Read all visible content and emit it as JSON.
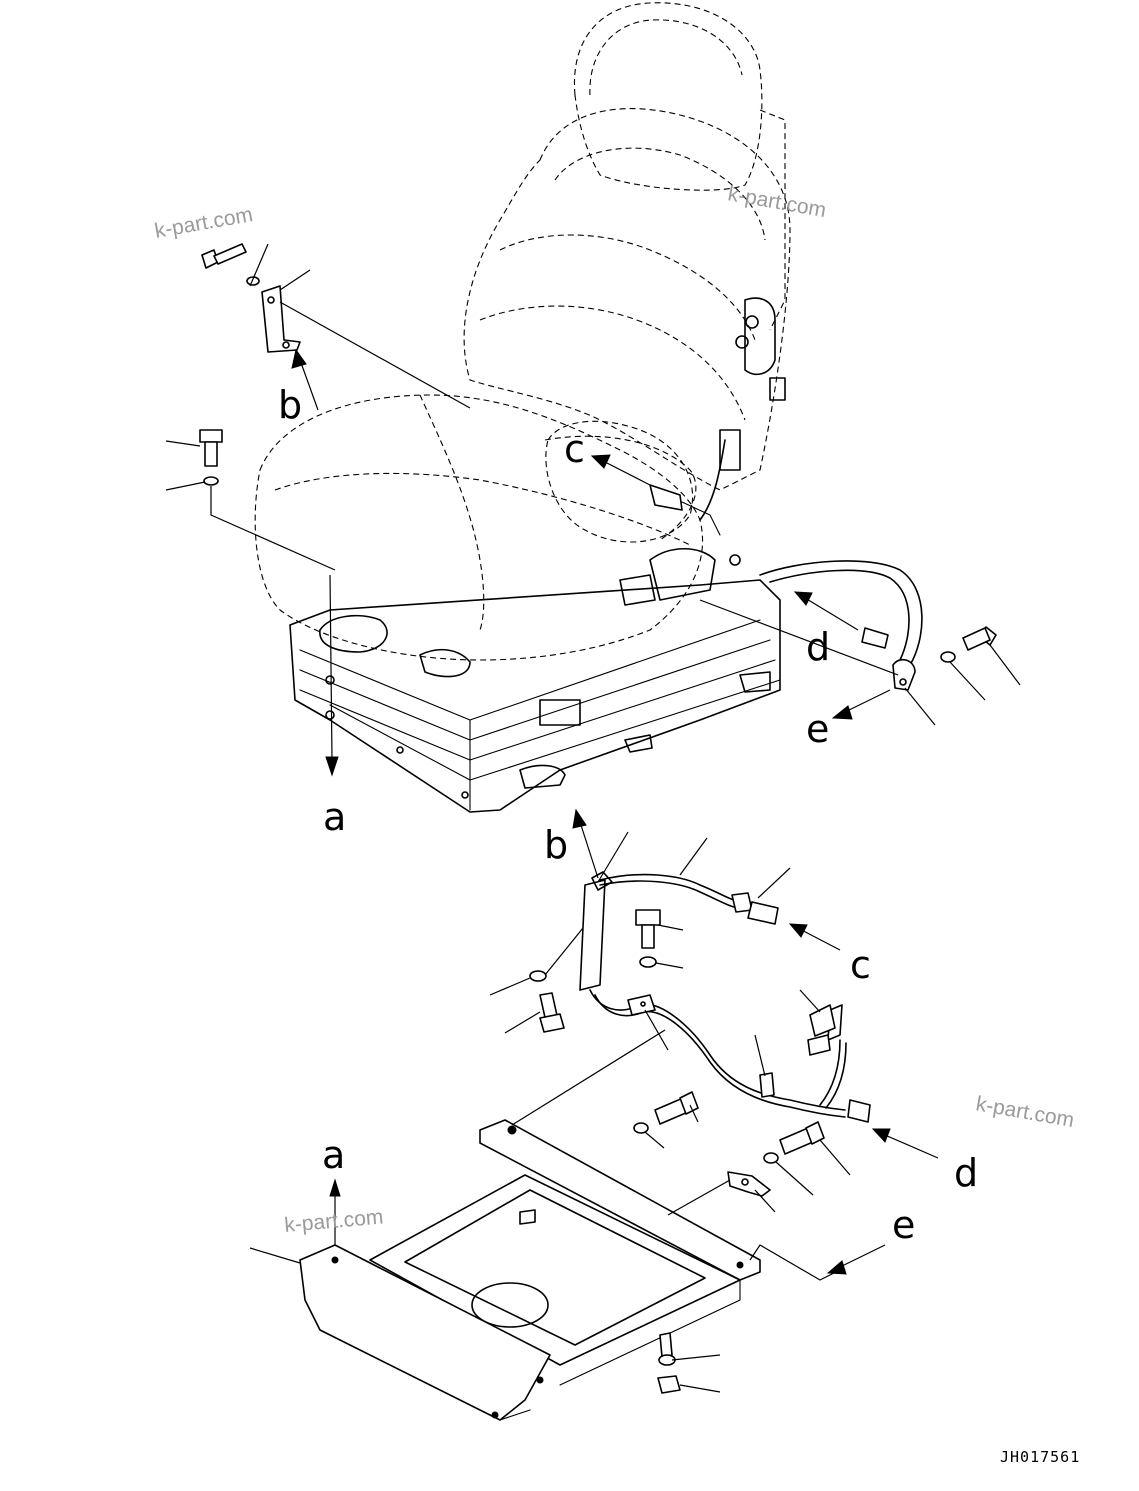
{
  "figure_id": "JH017561",
  "watermark_text": "k-part.com",
  "reference_letters": [
    "a",
    "b",
    "c",
    "d",
    "e"
  ],
  "colors": {
    "line": "#000000",
    "background": "#ffffff",
    "watermark": "#9a9a9a"
  }
}
